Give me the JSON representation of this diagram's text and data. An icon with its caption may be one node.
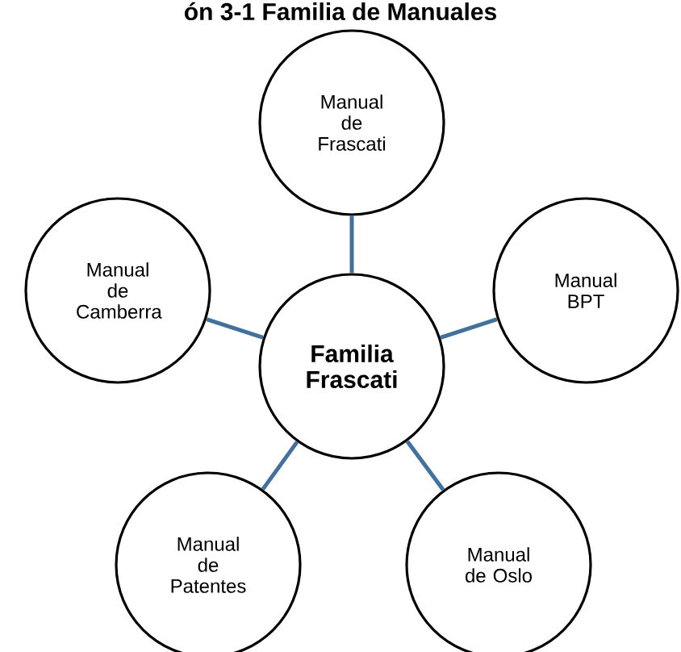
{
  "diagram": {
    "title": "ón 3-1 Familia de Manuales",
    "nodes": [
      {
        "text": [
          "Manual de Frascati"
        ]
      },
      {
        "text": [
          "Manual de Camberra"
        ]
      },
      {
        "text": [
          "Manual BPT"
        ]
      },
      {
        "text": [
          "Familia Frascati"
        ]
      },
      {
        "text": [
          "Manual de Patentes"
        ]
      },
      {
        "text": [
          "Manual de Oslo"
        ]
      }
    ],
    "edges": [
      {
        "from": 3,
        "to": 0,
        "arrow": "none"
      },
      {
        "from": 3,
        "to": 1,
        "arrow": "none"
      },
      {
        "from": 3,
        "to": 2,
        "arrow": "none"
      },
      {
        "from": 3,
        "to": 4,
        "arrow": "none"
      },
      {
        "from": 3,
        "to": 5,
        "arrow": "none"
      }
    ]
  }
}
